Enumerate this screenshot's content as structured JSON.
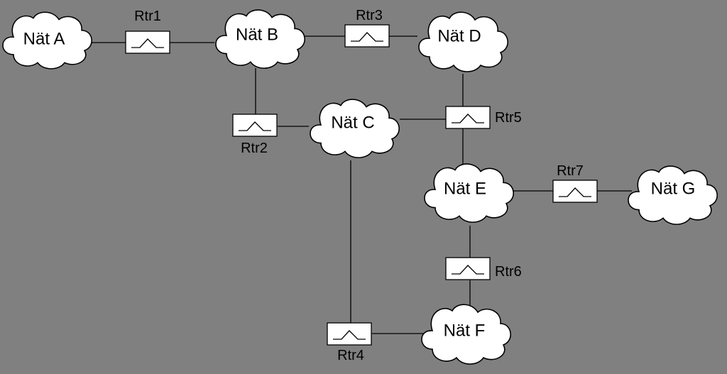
{
  "background_color": "#808080",
  "networks": [
    {
      "id": "A",
      "label": "Nät A"
    },
    {
      "id": "B",
      "label": "Nät B"
    },
    {
      "id": "C",
      "label": "Nät C"
    },
    {
      "id": "D",
      "label": "Nät D"
    },
    {
      "id": "E",
      "label": "Nät E"
    },
    {
      "id": "F",
      "label": "Nät F"
    },
    {
      "id": "G",
      "label": "Nät G"
    }
  ],
  "routers": [
    {
      "id": "Rtr1",
      "label": "Rtr1",
      "connects": [
        "A",
        "B"
      ]
    },
    {
      "id": "Rtr2",
      "label": "Rtr2",
      "connects": [
        "B",
        "C"
      ]
    },
    {
      "id": "Rtr3",
      "label": "Rtr3",
      "connects": [
        "B",
        "D"
      ]
    },
    {
      "id": "Rtr4",
      "label": "Rtr4",
      "connects": [
        "C",
        "F"
      ]
    },
    {
      "id": "Rtr5",
      "label": "Rtr5",
      "connects": [
        "C",
        "D",
        "E"
      ]
    },
    {
      "id": "Rtr6",
      "label": "Rtr6",
      "connects": [
        "E",
        "F"
      ]
    },
    {
      "id": "Rtr7",
      "label": "Rtr7",
      "connects": [
        "E",
        "G"
      ]
    }
  ]
}
